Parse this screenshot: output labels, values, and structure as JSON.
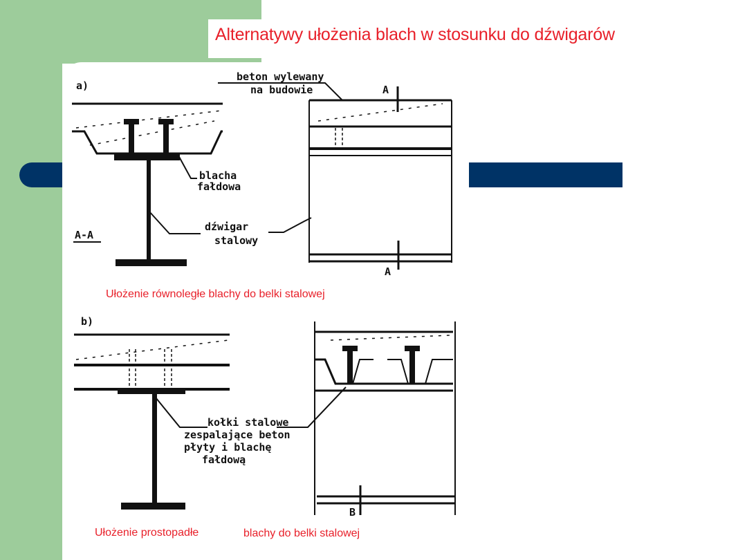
{
  "title": "Alternatywy ułożenia blach w stosunku do dźwigarów",
  "section_a": {
    "marker": "a)",
    "section_label": "A-A",
    "label_concrete_1": "beton  wylewany",
    "label_concrete_2": "na  budowie",
    "label_sheet_1": "blacha",
    "label_sheet_2": "fałdowa",
    "label_beam_1": "dźwigar",
    "label_beam_2": "stalowy",
    "mark_top": "A",
    "mark_bottom": "A",
    "caption": "Ułożenie równoległe blachy do belki stalowej"
  },
  "section_b": {
    "marker": "b)",
    "label_studs_1": "kołki  stalowe",
    "label_studs_2": "zespalające  beton",
    "label_studs_3": "płyty  i  blachę",
    "label_studs_4": "fałdową",
    "mark_bottom": "B",
    "caption_1": "Ułożenie  prostopadłe",
    "caption_2": "blachy do belki stalowej"
  },
  "colors": {
    "green": "#9dcc9b",
    "navy": "#003366",
    "red": "#e8202a"
  }
}
